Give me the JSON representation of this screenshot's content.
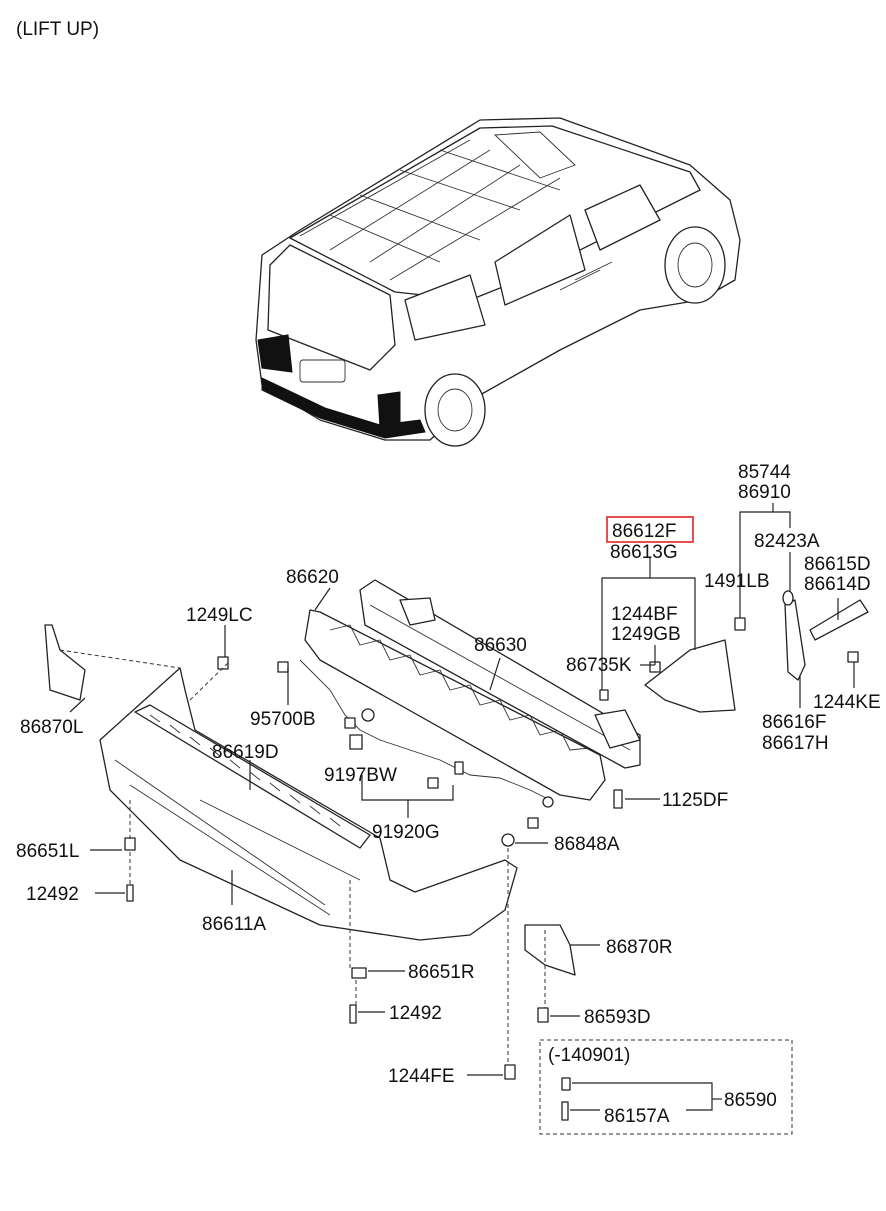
{
  "header": {
    "title": "(LIFT UP)"
  },
  "colors": {
    "highlight": "#e02424",
    "ink": "#222222"
  },
  "parts": {
    "p85744": "85744",
    "p86910": "86910",
    "p86612F": "86612F",
    "p86613G": "86613G",
    "p82423A": "82423A",
    "p86615D": "86615D",
    "p86614D": "86614D",
    "p1491LB": "1491LB",
    "p86620": "86620",
    "p1249LC": "1249LC",
    "p1244BF": "1244BF",
    "p1249GB": "1249GB",
    "p86630": "86630",
    "p86735K": "86735K",
    "p1244KE": "1244KE",
    "p86870L": "86870L",
    "p95700B": "95700B",
    "p86616F": "86616F",
    "p86617H": "86617H",
    "p86619D": "86619D",
    "p9197BW": "9197BW",
    "p1125DF": "1125DF",
    "p91920G": "91920G",
    "p86651L": "86651L",
    "p86848A": "86848A",
    "p12492a": "12492",
    "p86611A": "86611A",
    "p86870R": "86870R",
    "p86651R": "86651R",
    "p12492b": "12492",
    "p86593D": "86593D",
    "p140901": "(-140901)",
    "p1244FE": "1244FE",
    "p86590": "86590",
    "p86157A": "86157A"
  }
}
